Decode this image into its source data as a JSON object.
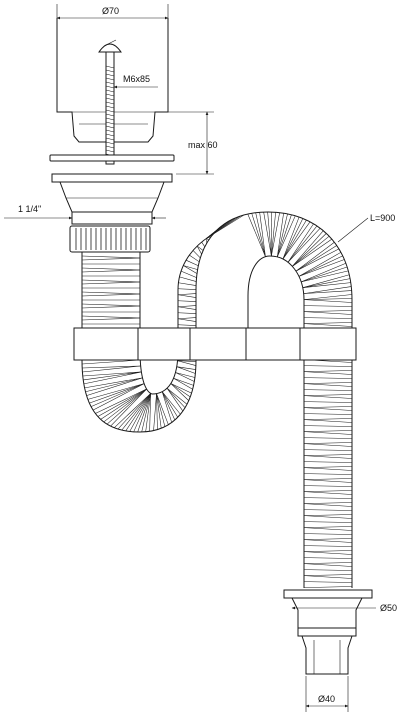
{
  "dimensions": {
    "strainer_diameter": "Ø70",
    "screw_size": "M6x85",
    "max_height": "max 60",
    "thread_size": "1 1/4\"",
    "hose_length": "L=900",
    "outlet_diameter_upper": "Ø50",
    "outlet_diameter_lower": "Ø40"
  },
  "colors": {
    "line": "#1a1a1a",
    "background": "#ffffff"
  }
}
